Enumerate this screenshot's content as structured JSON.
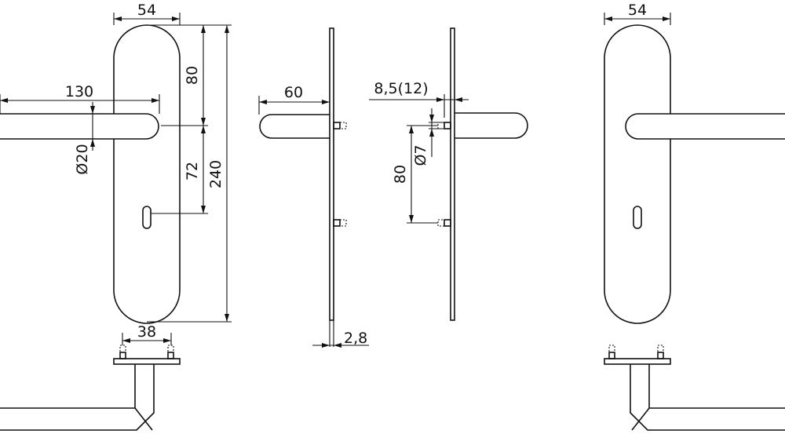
{
  "dimensions": {
    "plate_width_left": "54",
    "plate_width_right": "54",
    "handle_length": "130",
    "handle_diameter": "Ø20",
    "top_to_handle": "80",
    "handle_to_keyhole": "72",
    "plate_height": "240",
    "pin_spacing_bottom": "38",
    "handle_projection": "60",
    "plate_thickness": "2,8",
    "spindle_offset": "8,5(12)",
    "screw_diameter": "Ø7",
    "screw_spacing": "80"
  }
}
